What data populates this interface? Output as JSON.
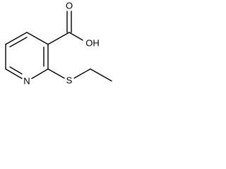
{
  "molecule": {
    "atoms": {
      "nitrogen": "N",
      "sulfur": "S",
      "carbonyl_oxygen": "O",
      "hydroxyl": "OH"
    }
  }
}
